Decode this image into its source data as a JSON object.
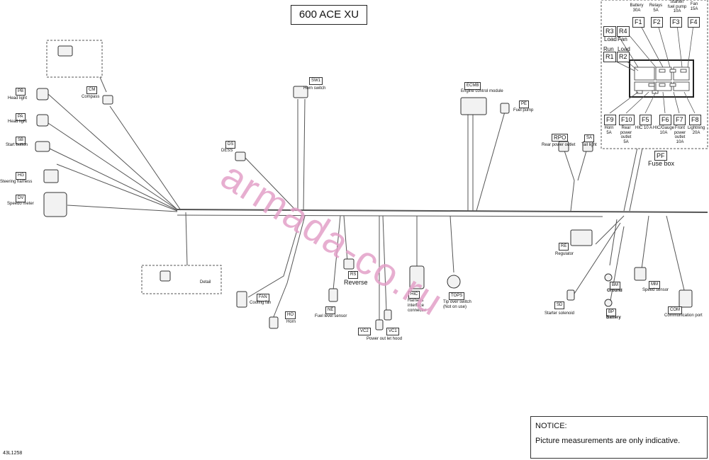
{
  "title": "600 ACE XU",
  "drawing_ref": "43L1258",
  "notice": {
    "heading": "NOTICE:",
    "text": "Picture measurements are only indicative."
  },
  "watermark": "armada-co.ru",
  "connectors": [
    {
      "code": "PB",
      "label": "Head light"
    },
    {
      "code": "PA",
      "label": "Head light"
    },
    {
      "code": "SB",
      "label": "Start button"
    },
    {
      "code": "HG",
      "label": "Steering harness"
    },
    {
      "code": "DV",
      "label": "Speedo meter"
    },
    {
      "code": "CM",
      "label": "Compass"
    },
    {
      "code": "SW1",
      "label": "Horn switch"
    },
    {
      "code": "DS",
      "label": "DESS"
    },
    {
      "code": "ECMB",
      "label": "Engine control module"
    },
    {
      "code": "PE",
      "label": "Fuel pump"
    },
    {
      "code": "RPO",
      "label": "Rear power outlet"
    },
    {
      "code": "SA",
      "label": "Tail light"
    },
    {
      "code": "RE",
      "label": "Regulator"
    },
    {
      "code": "BM",
      "label": "Ground"
    },
    {
      "code": "MM",
      "label": "Speed sensor"
    },
    {
      "code": "SD",
      "label": "Starter solenoid"
    },
    {
      "code": "BP",
      "label": "Battery"
    },
    {
      "code": "COM",
      "label": "Communication port"
    },
    {
      "code": "FAN",
      "label": "Cooling fan"
    },
    {
      "code": "HO",
      "label": "Horn"
    },
    {
      "code": "NE",
      "label": "Fuel level sensor"
    },
    {
      "code": "RS",
      "label": "Reverse"
    },
    {
      "code": "HIC",
      "label": "Harness interface connector"
    },
    {
      "code": "TOPS",
      "label": "Tip over switch (Not on use)"
    },
    {
      "code": "VC2",
      "label": ""
    },
    {
      "code": "VC1",
      "label": "Power out let hood"
    }
  ],
  "detail_label": "Detail",
  "fuse_box": {
    "code": "PF",
    "label": "Fuse box",
    "fuses_top": [
      {
        "code": "F1",
        "rating": "Battery\n30A"
      },
      {
        "code": "F2",
        "rating": "Relays\n5A"
      },
      {
        "code": "F3",
        "rating": "Starter/\nfuel pump\n10A"
      },
      {
        "code": "F4",
        "rating": "Fan\n15A"
      }
    ],
    "relays": [
      {
        "code": "R3",
        "label": "Load"
      },
      {
        "code": "R4",
        "label": "Fan"
      },
      {
        "code": "R1",
        "label": "Run"
      },
      {
        "code": "R2",
        "label": "Load"
      }
    ],
    "fuses_bottom": [
      {
        "code": "F9",
        "rating": "Horn\n5A"
      },
      {
        "code": "F10",
        "rating": "Rear\npower\noutlet\n5A"
      },
      {
        "code": "F5",
        "rating": "HIC 10 A"
      },
      {
        "code": "F6",
        "rating": "HIC/Gauge\n10A"
      },
      {
        "code": "F7",
        "rating": "Front\npower\noutlet\n10A"
      },
      {
        "code": "F8",
        "rating": "Lightning\n20A"
      }
    ]
  }
}
